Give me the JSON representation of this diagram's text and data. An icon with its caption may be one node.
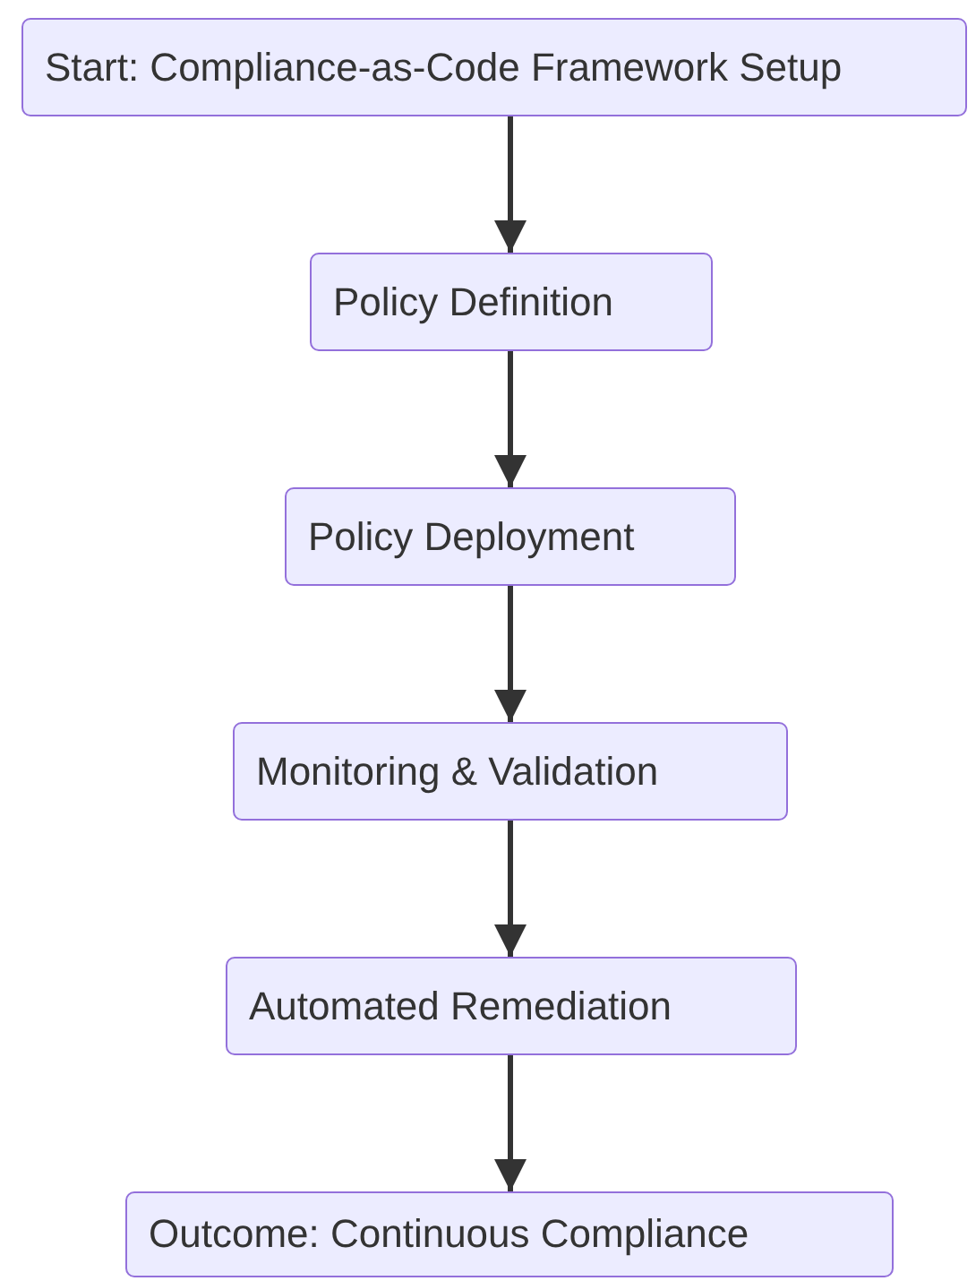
{
  "diagram": {
    "nodes": [
      {
        "text": [
          "Start: Compliance-as-Code Framework Setup"
        ]
      },
      {
        "text": [
          "Policy Definition"
        ]
      },
      {
        "text": [
          "Policy Deployment"
        ]
      },
      {
        "text": [
          "Monitoring & Validation"
        ]
      },
      {
        "text": [
          "Automated Remediation"
        ]
      },
      {
        "text": [
          "Outcome: Continuous Compliance"
        ]
      }
    ],
    "edges": [
      {
        "from": 0,
        "to": 1,
        "arrow": "to"
      },
      {
        "from": 1,
        "to": 2,
        "arrow": "to"
      },
      {
        "from": 2,
        "to": 3,
        "arrow": "to"
      },
      {
        "from": 3,
        "to": 4,
        "arrow": "to"
      },
      {
        "from": 4,
        "to": 5,
        "arrow": "to"
      }
    ]
  }
}
